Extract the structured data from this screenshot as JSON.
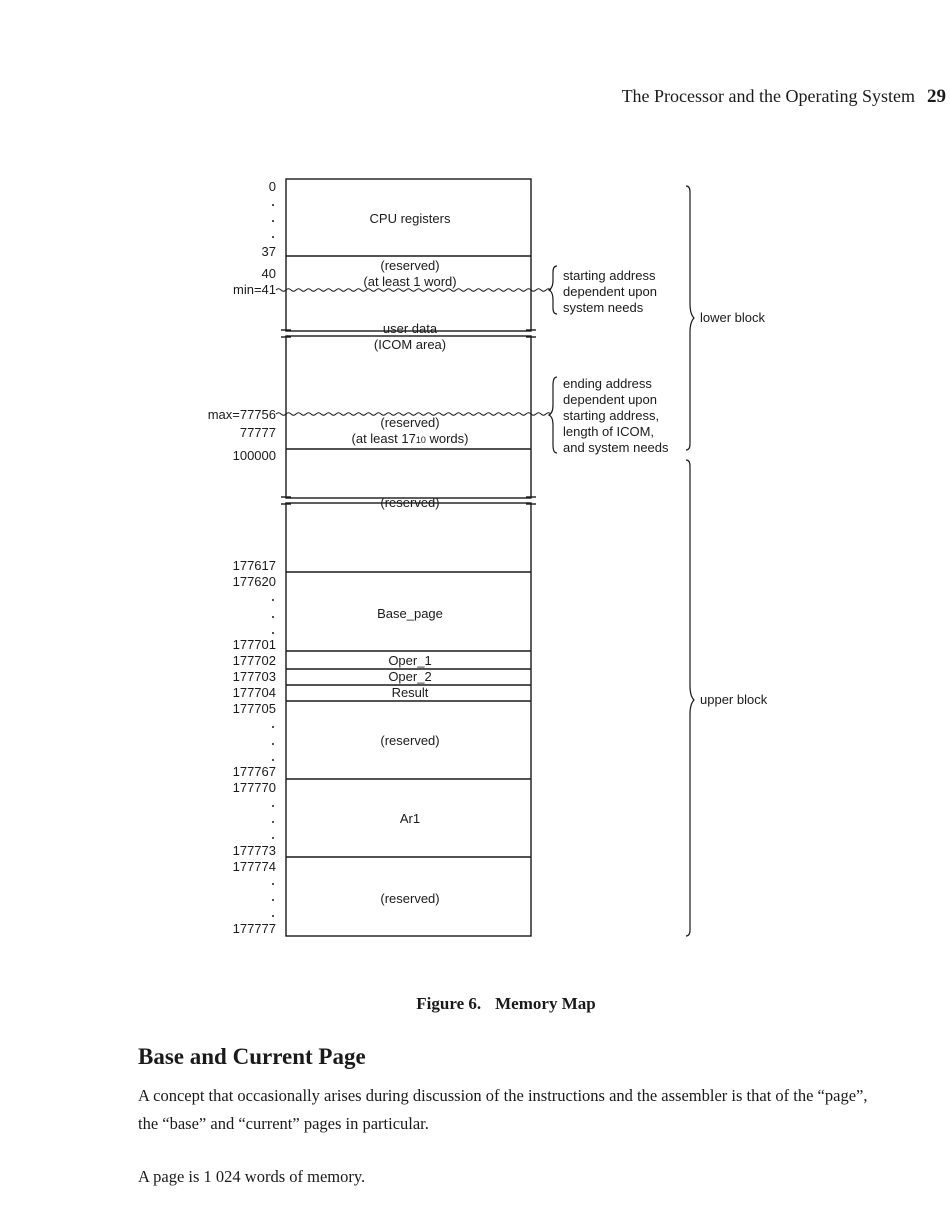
{
  "header": {
    "running_title": "The Processor and the Operating System",
    "page_number": "29"
  },
  "memory_map": {
    "address_labels": {
      "a_0": "0",
      "a_37": "37",
      "a_40": "40",
      "a_min": "min=41",
      "a_max": "max=77756",
      "a_77777": "77777",
      "a_100000": "100000",
      "a_177617": "177617",
      "a_177620": "177620",
      "a_177701": "177701",
      "a_177702": "177702",
      "a_177703": "177703",
      "a_177704": "177704",
      "a_177705": "177705",
      "a_177767": "177767",
      "a_177770": "177770",
      "a_177773": "177773",
      "a_177774": "177774",
      "a_177777_end": "177777"
    },
    "regions": {
      "cpu_registers": "CPU registers",
      "reserved_low_1": "(reserved)",
      "reserved_low_2": "(at least 1 word)",
      "user_data_1": "user data",
      "user_data_2": "(ICOM area)",
      "reserved_mid_1": "(reserved)",
      "reserved_mid_2a": "(at least 17",
      "reserved_mid_2sub": "10",
      "reserved_mid_2b": " words)",
      "reserved_gap": "(reserved)",
      "base_page": "Base_page",
      "oper_1": "Oper_1",
      "oper_2": "Oper_2",
      "result": "Result",
      "reserved_after_result": "(reserved)",
      "ar1": "Ar1",
      "reserved_top": "(reserved)"
    },
    "notes": {
      "start_1": "starting address",
      "start_2": "dependent upon",
      "start_3": "system needs",
      "end_1": "ending address",
      "end_2": "dependent upon",
      "end_3": "starting address,",
      "end_4": "length of ICOM,",
      "end_5": "and system needs"
    },
    "blocks": {
      "lower": "lower block",
      "upper": "upper block"
    }
  },
  "figure": {
    "number": "Figure 6.",
    "title": "Memory Map"
  },
  "section": {
    "heading": "Base and Current Page",
    "paragraph_1": "A concept that occasionally arises during discussion of the instructions and the assembler is that of the “page”, the “base” and “current” pages in particular.",
    "paragraph_2": "A page is 1 024 words of memory."
  }
}
